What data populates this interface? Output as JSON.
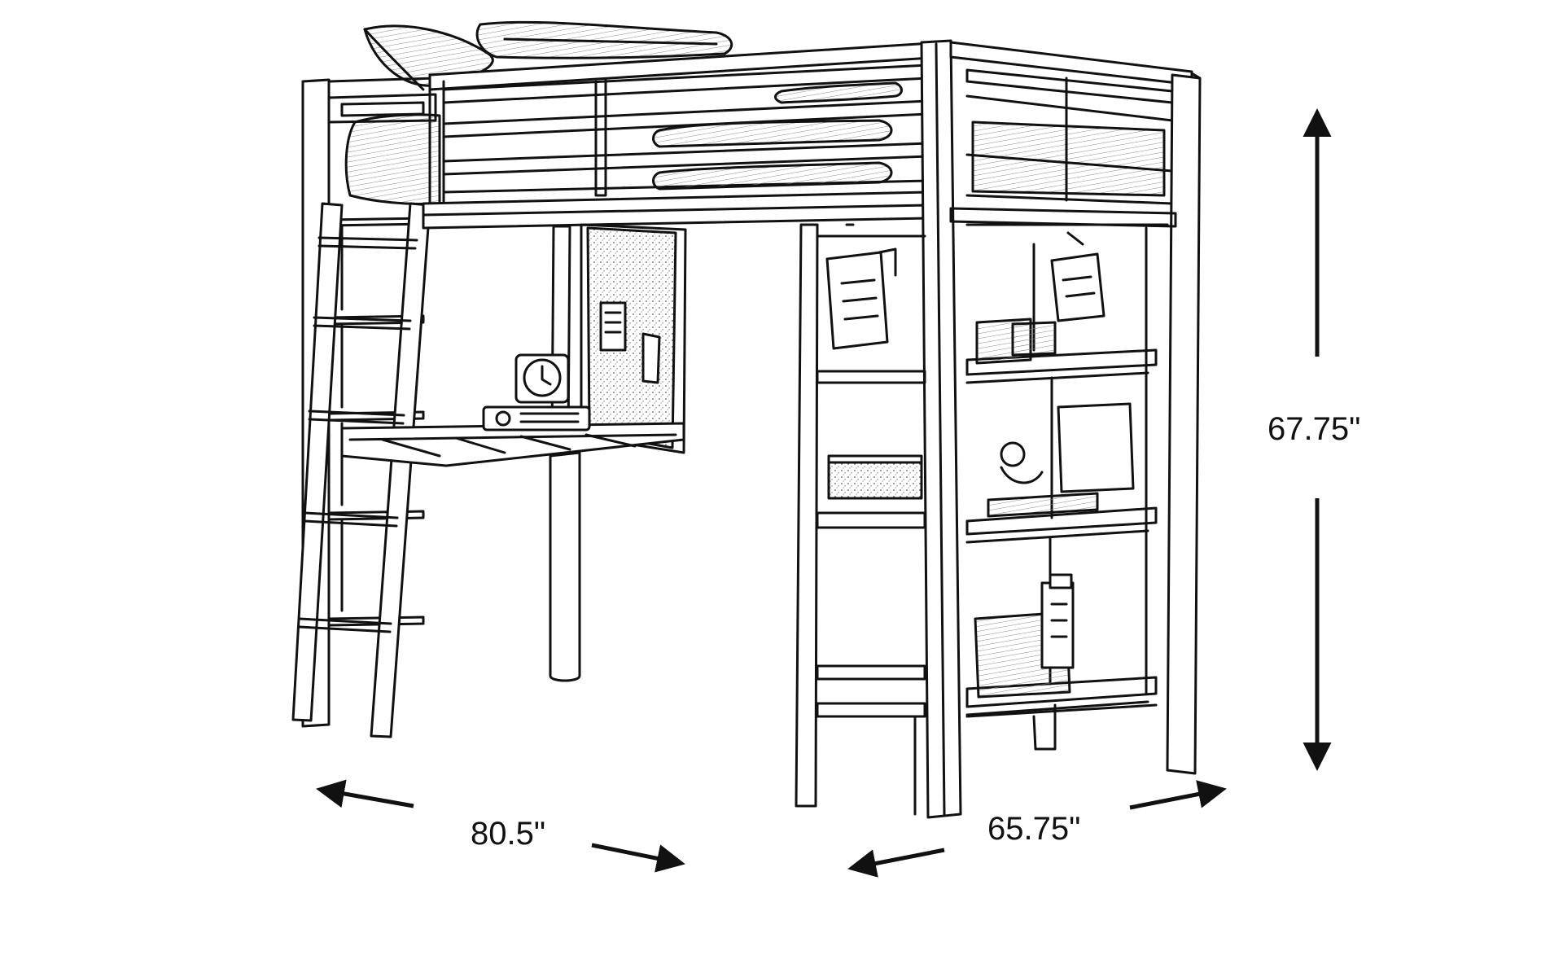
{
  "dimensions": {
    "width": "80.5\"",
    "depth": "65.75\"",
    "height": "67.75\""
  },
  "colors": {
    "line": "#111111",
    "background": "#ffffff",
    "mattress_hatch": "#8a8a8a"
  }
}
